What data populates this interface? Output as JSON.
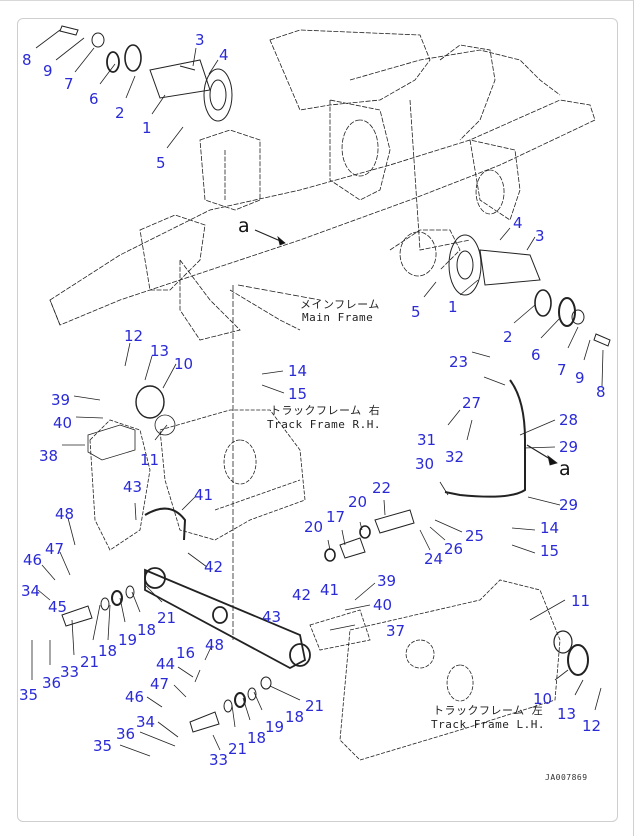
{
  "diagram": {
    "title": "Main Frame / Track Frame exploded parts view",
    "drawing_code": "JA007869",
    "frame_labels": {
      "main_frame_jp": "メインフレーム",
      "main_frame_en": "Main Frame",
      "track_frame_rh_jp": "トラックフレーム 右",
      "track_frame_rh_en": "Track Frame R.H.",
      "track_frame_lh_jp": "トラックフレーム 左",
      "track_frame_lh_en": "Track Frame L.H."
    },
    "reference_marks": [
      "a",
      "a"
    ],
    "callout_color": "#2a2ad6",
    "callouts": [
      {
        "id": "c8a",
        "label": "8"
      },
      {
        "id": "c9a",
        "label": "9"
      },
      {
        "id": "c7a",
        "label": "7"
      },
      {
        "id": "c6a",
        "label": "6"
      },
      {
        "id": "c2a",
        "label": "2"
      },
      {
        "id": "c1a",
        "label": "1"
      },
      {
        "id": "c3a",
        "label": "3"
      },
      {
        "id": "c4a",
        "label": "4"
      },
      {
        "id": "c5a",
        "label": "5"
      },
      {
        "id": "c4b",
        "label": "4"
      },
      {
        "id": "c3b",
        "label": "3"
      },
      {
        "id": "c5b",
        "label": "5"
      },
      {
        "id": "c1b",
        "label": "1"
      },
      {
        "id": "c2b",
        "label": "2"
      },
      {
        "id": "c6b",
        "label": "6"
      },
      {
        "id": "c7b",
        "label": "7"
      },
      {
        "id": "c9b",
        "label": "9"
      },
      {
        "id": "c8b",
        "label": "8"
      },
      {
        "id": "c12a",
        "label": "12"
      },
      {
        "id": "c13a",
        "label": "13"
      },
      {
        "id": "c10a",
        "label": "10"
      },
      {
        "id": "c39a",
        "label": "39"
      },
      {
        "id": "c40a",
        "label": "40"
      },
      {
        "id": "c38",
        "label": "38"
      },
      {
        "id": "c11a",
        "label": "11"
      },
      {
        "id": "c43a",
        "label": "43"
      },
      {
        "id": "c41a",
        "label": "41"
      },
      {
        "id": "c42a",
        "label": "42"
      },
      {
        "id": "c48a",
        "label": "48"
      },
      {
        "id": "c47a",
        "label": "47"
      },
      {
        "id": "c46a",
        "label": "46"
      },
      {
        "id": "c34a",
        "label": "34"
      },
      {
        "id": "c45",
        "label": "45"
      },
      {
        "id": "c35a",
        "label": "35"
      },
      {
        "id": "c36a",
        "label": "36"
      },
      {
        "id": "c33a",
        "label": "33"
      },
      {
        "id": "c21a",
        "label": "21"
      },
      {
        "id": "c18a",
        "label": "18"
      },
      {
        "id": "c19a",
        "label": "19"
      },
      {
        "id": "c18b",
        "label": "18"
      },
      {
        "id": "c21b",
        "label": "21"
      },
      {
        "id": "c14a",
        "label": "14"
      },
      {
        "id": "c15a",
        "label": "15"
      },
      {
        "id": "c23",
        "label": "23"
      },
      {
        "id": "c27",
        "label": "27"
      },
      {
        "id": "c28",
        "label": "28"
      },
      {
        "id": "c31",
        "label": "31"
      },
      {
        "id": "c32",
        "label": "32"
      },
      {
        "id": "c29a",
        "label": "29"
      },
      {
        "id": "c30",
        "label": "30"
      },
      {
        "id": "c29b",
        "label": "29"
      },
      {
        "id": "c22",
        "label": "22"
      },
      {
        "id": "c20a",
        "label": "20"
      },
      {
        "id": "c17",
        "label": "17"
      },
      {
        "id": "c20b",
        "label": "20"
      },
      {
        "id": "c25",
        "label": "25"
      },
      {
        "id": "c26",
        "label": "26"
      },
      {
        "id": "c24",
        "label": "24"
      },
      {
        "id": "c14b",
        "label": "14"
      },
      {
        "id": "c15b",
        "label": "15"
      },
      {
        "id": "c39b",
        "label": "39"
      },
      {
        "id": "c42b",
        "label": "42"
      },
      {
        "id": "c41b",
        "label": "41"
      },
      {
        "id": "c40b",
        "label": "40"
      },
      {
        "id": "c43b",
        "label": "43"
      },
      {
        "id": "c37",
        "label": "37"
      },
      {
        "id": "c16",
        "label": "16"
      },
      {
        "id": "c48b",
        "label": "48"
      },
      {
        "id": "c44",
        "label": "44"
      },
      {
        "id": "c47b",
        "label": "47"
      },
      {
        "id": "c46b",
        "label": "46"
      },
      {
        "id": "c34b",
        "label": "34"
      },
      {
        "id": "c36b",
        "label": "36"
      },
      {
        "id": "c35b",
        "label": "35"
      },
      {
        "id": "c33b",
        "label": "33"
      },
      {
        "id": "c21c",
        "label": "21"
      },
      {
        "id": "c18c",
        "label": "18"
      },
      {
        "id": "c19b",
        "label": "19"
      },
      {
        "id": "c18d",
        "label": "18"
      },
      {
        "id": "c21d",
        "label": "21"
      },
      {
        "id": "c11b",
        "label": "11"
      },
      {
        "id": "c10b",
        "label": "10"
      },
      {
        "id": "c13b",
        "label": "13"
      },
      {
        "id": "c12b",
        "label": "12"
      }
    ]
  }
}
